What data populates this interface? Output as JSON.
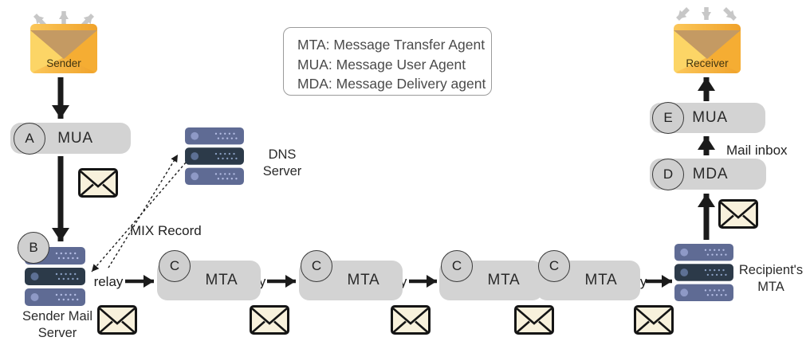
{
  "legend": {
    "lines": [
      "MTA: Message Transfer Agent",
      "MUA: Message User Agent",
      "MDA: Message Delivery agent"
    ]
  },
  "endpoints": {
    "sender": {
      "label": "Sender"
    },
    "receiver": {
      "label": "Receiver"
    }
  },
  "agents": {
    "mua_a": {
      "letter": "A",
      "label": "MUA"
    },
    "mda_d": {
      "letter": "D",
      "label": "MDA"
    },
    "mua_e": {
      "letter": "E",
      "label": "MUA"
    }
  },
  "mta_chain": [
    {
      "letter": "C",
      "label": "MTA"
    },
    {
      "letter": "C",
      "label": "MTA"
    },
    {
      "letter": "C",
      "label": "MTA"
    },
    {
      "letter": "C",
      "label": "MTA"
    }
  ],
  "servers": {
    "sender_mail": {
      "letter": "B",
      "caption": "Sender Mail Server"
    },
    "dns": {
      "caption": "DNS Server"
    },
    "recipient": {
      "caption": "Recipient's MTA"
    }
  },
  "labels": {
    "relays": [
      "relay",
      "relay",
      "relay",
      "relay"
    ],
    "mix_record": "MIX Record",
    "mail_inbox": "Mail inbox"
  },
  "colors": {
    "server_body": "#5f6b94",
    "server_body_dark": "#2c3a49",
    "agent_box_gray": "#d3d3d3",
    "envelope_icon_fill": "#f8f1dc",
    "big_envelope_orange": "#f0a22a",
    "big_envelope_flap": "#c49a63",
    "arrow_black": "#1b1b1b",
    "arrow_gray": "#c7c7c7"
  }
}
